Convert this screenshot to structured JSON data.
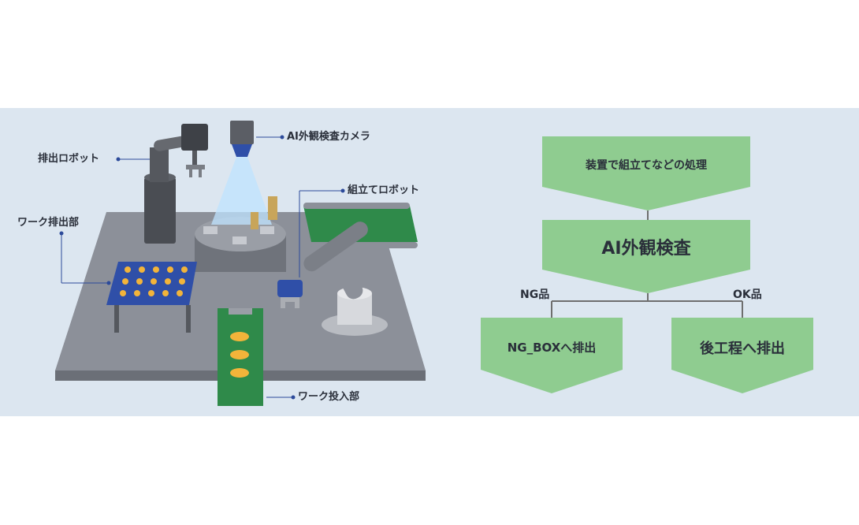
{
  "scene": {
    "callouts": [
      {
        "id": "ai_camera",
        "label": "AI外観検査カメラ"
      },
      {
        "id": "eject_robot",
        "label": "排出ロボット"
      },
      {
        "id": "assembly_robot",
        "label": "組立てロボット"
      },
      {
        "id": "work_eject",
        "label": "ワーク排出部"
      },
      {
        "id": "work_input",
        "label": "ワーク投入部"
      }
    ]
  },
  "flow": {
    "step1": "装置で組立てなどの処理",
    "step2": "AI外観検査",
    "ng_label": "NG品",
    "ok_label": "OK品",
    "ng_result": "NG_BOXへ排出",
    "ok_result": "後工程へ排出"
  },
  "colors": {
    "panel_bg": "#dce6f0",
    "flow_green": "#8fcc90",
    "callout_blue": "#2c4a9a",
    "connector_gray": "#6e6e6e"
  }
}
